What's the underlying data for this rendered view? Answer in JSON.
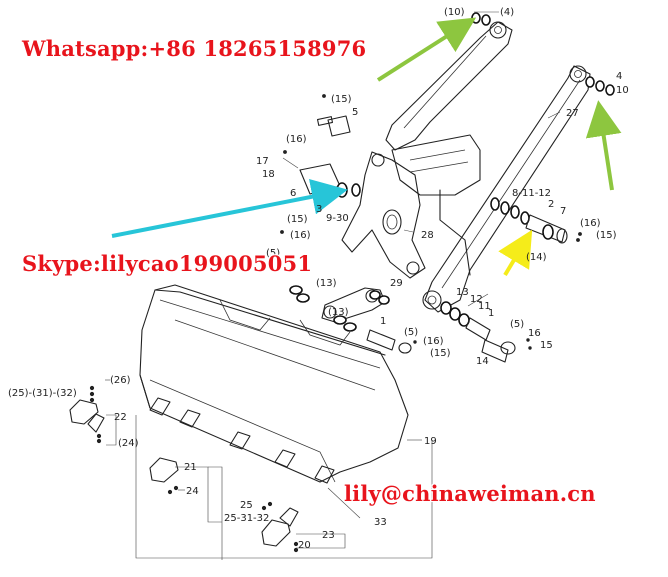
{
  "overlays": {
    "whatsapp": "Whatsapp:+86 18265158976",
    "skype": "Skype:lilycao199005051",
    "email": "lily@chinaweiman.cn"
  },
  "callouts": {
    "c10a": "(10)",
    "c4a": "(4)",
    "c4b": "4",
    "c10b": "10",
    "c27": "27",
    "c15a": "(15)",
    "c5a": "5",
    "c16a": "(16)",
    "c17": "17",
    "c18": "18",
    "c6": "6",
    "c3": "3",
    "c930": "9-30",
    "c15b": "(15)",
    "c16b": "(16)",
    "c28": "28",
    "c8112": "8-11-12",
    "c2": "2",
    "c7": "7",
    "c16c": "(16)",
    "c15c": "(15)",
    "c14a": "(14)",
    "c5b": "(5)",
    "c13a": "(13)",
    "c29": "29",
    "c13b": "(13)",
    "c1a": "1",
    "c5c": "(5)",
    "c16d": "(16)",
    "c15d": "(15)",
    "c13c": "13",
    "c12": "12",
    "c11": "11",
    "c1b": "1",
    "c5d": "(5)",
    "c16e": "16",
    "c15e": "15",
    "c14b": "14",
    "c253132a": "(25)-(31)-(32)",
    "c26a": "(26)",
    "c22": "22",
    "c24a": "(24)",
    "c19": "19",
    "c21": "21",
    "c24b": "24",
    "c25": "25",
    "c253132b": "25-31-32",
    "c23": "23",
    "c20": "20",
    "c33": "33"
  },
  "colors": {
    "overlay_text": "#e8141c",
    "arrow_green": "#8dc63f",
    "arrow_cyan": "#27c5d8",
    "arrow_yellow": "#f5ec1a",
    "line": "#222222",
    "background": "#ffffff"
  }
}
